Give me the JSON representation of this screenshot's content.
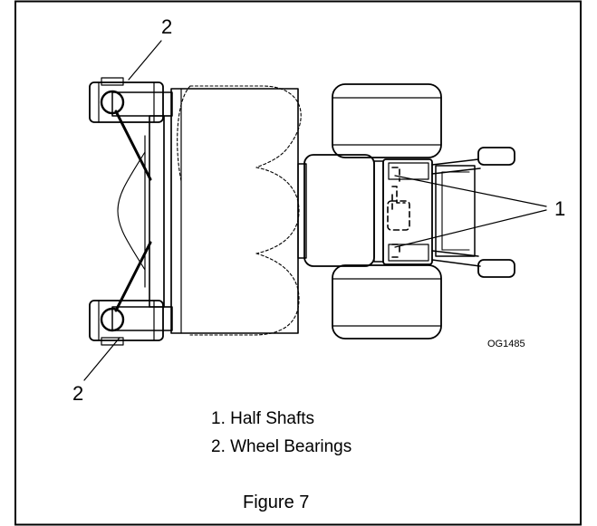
{
  "callouts": {
    "top_left": "2",
    "bottom_left": "2",
    "right": "1"
  },
  "drawing_code": "OG1485",
  "legend": [
    "1. Half Shafts",
    "2. Wheel Bearings"
  ],
  "caption": "Figure 7",
  "colors": {
    "line": "#000000",
    "background": "#ffffff"
  }
}
